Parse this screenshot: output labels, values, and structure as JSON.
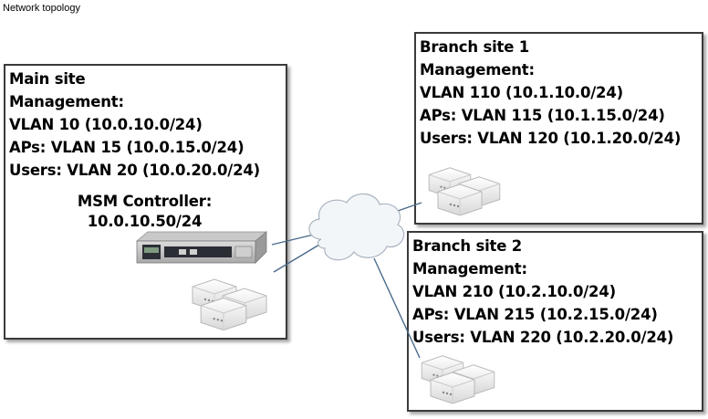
{
  "caption": "Network topology",
  "main_site": {
    "title": "Main site",
    "lines": [
      "Management:",
      "VLAN 10 (10.0.10.0/24)",
      "APs: VLAN 15 (10.0.15.0/24)",
      "Users: VLAN 20 (10.0.20.0/24)"
    ],
    "controller": {
      "label": "MSM Controller:",
      "ip": "10.0.10.50/24"
    }
  },
  "branch1": {
    "title": "Branch site 1",
    "lines": [
      "Management:",
      "VLAN 110 (10.1.10.0/24)",
      "APs: VLAN 115 (10.1.15.0/24)",
      "Users: VLAN 120 (10.1.20.0/24)"
    ]
  },
  "branch2": {
    "title": "Branch site 2",
    "lines": [
      "Management:",
      "VLAN 210 (10.2.10.0/24)",
      "APs: VLAN 215 (10.2.15.0/24)",
      "Users: VLAN 220 (10.2.20.0/24)"
    ]
  },
  "colors": {
    "box_border": "#3a3a3a",
    "link": "#4a6a8a",
    "cloud_fill": "#f3f6f9",
    "cloud_stroke": "#aab4c0"
  },
  "icons": [
    "cloud-icon",
    "controller-appliance-icon",
    "access-point-icon"
  ]
}
